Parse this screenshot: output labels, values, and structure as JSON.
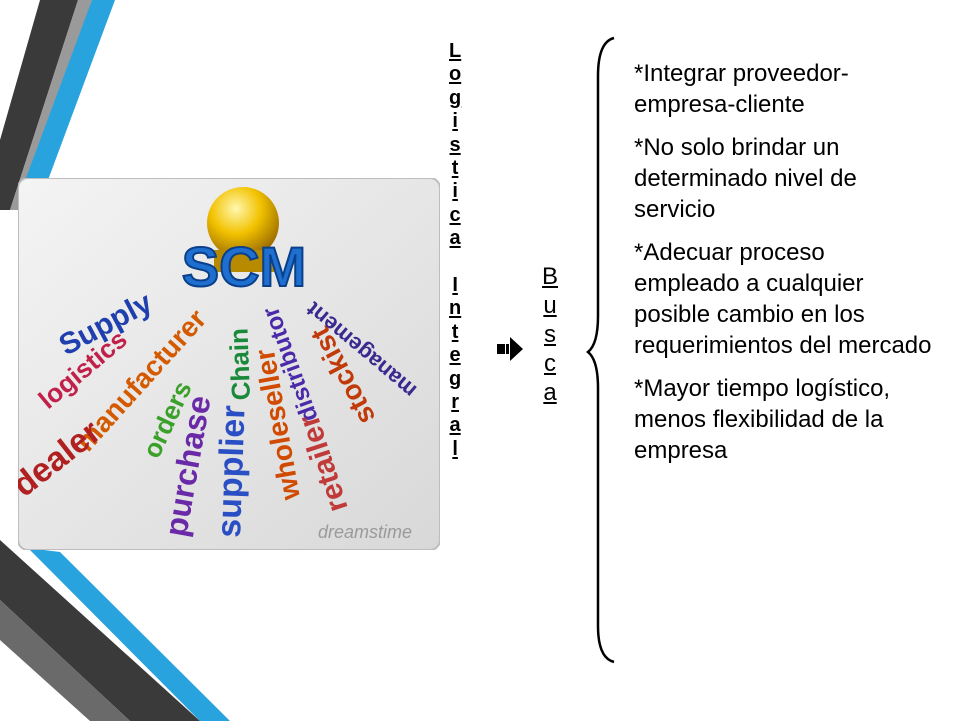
{
  "slide": {
    "vertical_title_letters": [
      "L",
      "o",
      "g",
      "i",
      "s",
      "t",
      "i",
      "c",
      "a",
      "",
      "I",
      "n",
      "t",
      "e",
      "g",
      "r",
      "a",
      "l"
    ],
    "busca_letters": [
      "B",
      "u",
      "s",
      "c",
      "a"
    ],
    "points": [
      "*Integrar proveedor-empresa-cliente",
      "*No solo brindar un determinado nivel de servicio",
      "*Adecuar proceso empleado a cualquier posible cambio en los requerimientos del mercado",
      "*Mayor tiempo logístico, menos flexibilidad de la empresa"
    ]
  },
  "image": {
    "center_label": "SCM",
    "words": [
      "Supply",
      "logistics",
      "manufacturer",
      "orders",
      "purchase",
      "supplier",
      "Chain",
      "wholeseller",
      "distributor",
      "stockist",
      "retailer",
      "dealer",
      "management"
    ],
    "watermark": "dreamstime"
  },
  "colors": {
    "dark_stripe": "#3a3a3a",
    "blue_stripe": "#29a3dd",
    "sphere": "#f2c200",
    "scm_blue": "#1f6fd1"
  },
  "icons": {
    "arrow": "right-arrow-icon",
    "brace": "left-curly-brace"
  }
}
